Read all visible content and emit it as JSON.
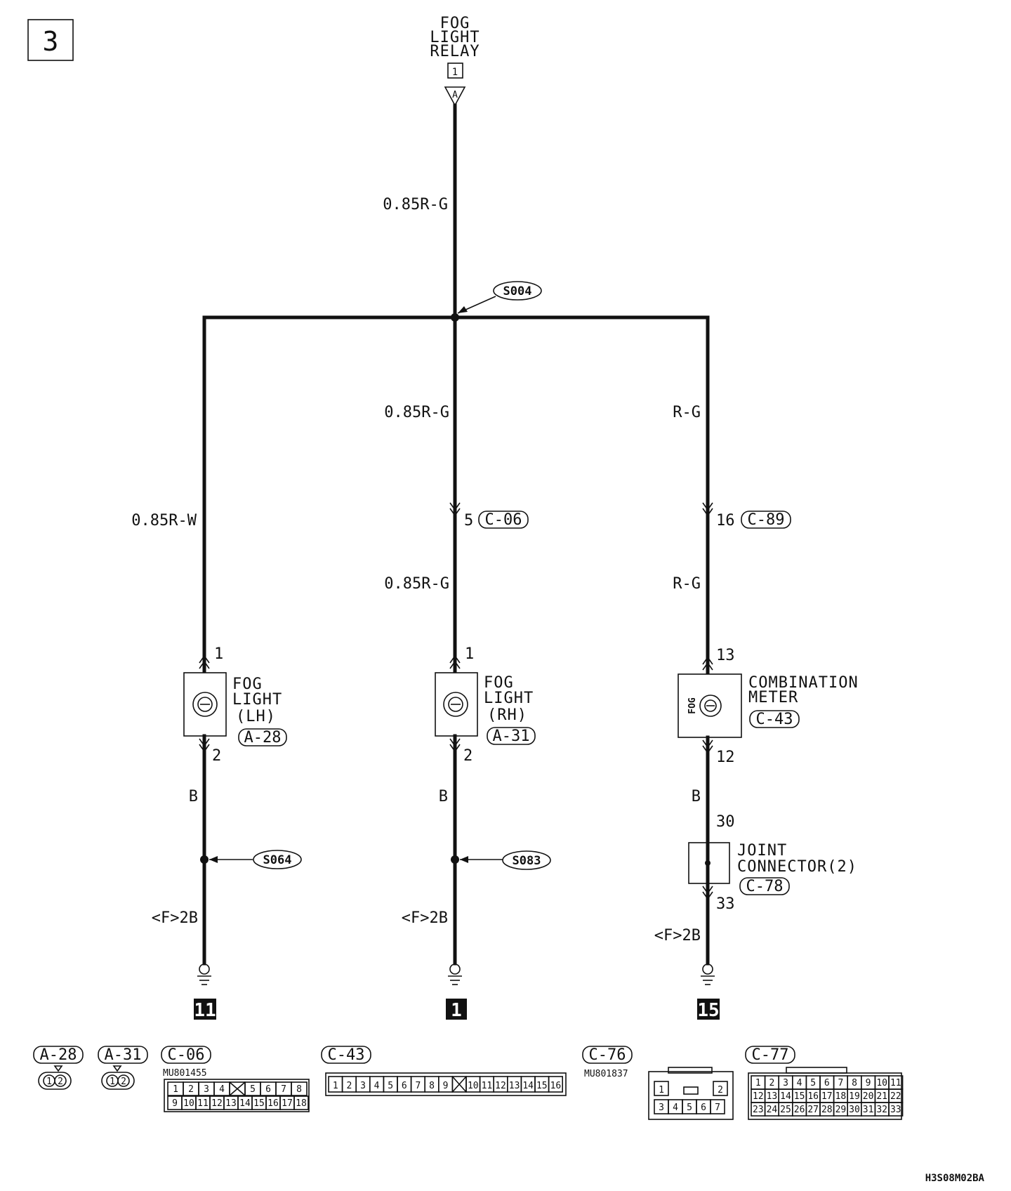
{
  "page_number": "3",
  "diagram_code": "H3S08M02BA",
  "relay": {
    "title_lines": [
      "FOG",
      "LIGHT",
      "RELAY"
    ],
    "terminal": "1",
    "connector_ref": "A"
  },
  "wires": {
    "main": "0.85R-G",
    "center_upper": "0.85R-G",
    "center_lower": "0.85R-G",
    "left": "0.85R-W",
    "right_upper": "R-G",
    "right_lower": "R-G",
    "left_b": "B",
    "center_b": "B",
    "right_b": "B",
    "left_ground": "<F>2B",
    "center_ground": "<F>2B",
    "right_ground": "<F>2B"
  },
  "splices": {
    "top": "S004",
    "left": "S064",
    "center": "S083"
  },
  "connectors": {
    "c06": {
      "pin": "5",
      "ref": "C-06"
    },
    "c89": {
      "pin": "16",
      "ref": "C-89"
    }
  },
  "components": {
    "fog_lh": {
      "name_lines": [
        "FOG",
        "LIGHT",
        "(LH)"
      ],
      "ref": "A-28",
      "pin_in": "1",
      "pin_out": "2"
    },
    "fog_rh": {
      "name_lines": [
        "FOG",
        "LIGHT",
        "(RH)"
      ],
      "ref": "A-31",
      "pin_in": "1",
      "pin_out": "2"
    },
    "meter": {
      "name_lines": [
        "COMBINATION",
        "METER"
      ],
      "ref": "C-43",
      "pin_in": "13",
      "pin_out": "12",
      "indicator": "FOG"
    },
    "joint": {
      "name_lines": [
        "JOINT",
        "CONNECTOR(2)"
      ],
      "ref": "C-78",
      "pin_in": "30",
      "pin_out": "33"
    }
  },
  "grounds": [
    "11",
    "1",
    "15"
  ],
  "connector_views": {
    "a28": {
      "ref": "A-28",
      "pins": [
        "1",
        "2"
      ]
    },
    "a31": {
      "ref": "A-31",
      "pins": [
        "1",
        "2"
      ]
    },
    "c06": {
      "ref": "C-06",
      "part_no": "MU801455",
      "row1": [
        "1",
        "2",
        "3",
        "4",
        "",
        "5",
        "6",
        "7",
        "8"
      ],
      "row2": [
        "9",
        "10",
        "11",
        "12",
        "13",
        "14",
        "15",
        "16",
        "17",
        "18"
      ]
    },
    "c43": {
      "ref": "C-43",
      "row": [
        "1",
        "2",
        "3",
        "4",
        "5",
        "6",
        "7",
        "8",
        "9",
        "",
        "10",
        "11",
        "12",
        "13",
        "14",
        "15",
        "16"
      ]
    },
    "c76": {
      "ref": "C-76",
      "part_no": "MU801837",
      "row1": [
        "1",
        "2"
      ],
      "row2": [
        "3",
        "4",
        "5",
        "6",
        "7"
      ]
    },
    "c77": {
      "ref": "C-77",
      "row1": [
        "1",
        "2",
        "3",
        "4",
        "5",
        "6",
        "7",
        "8",
        "9",
        "10",
        "11"
      ],
      "row2": [
        "12",
        "13",
        "14",
        "15",
        "16",
        "17",
        "18",
        "19",
        "20",
        "21",
        "22"
      ],
      "row3": [
        "23",
        "24",
        "25",
        "26",
        "27",
        "28",
        "29",
        "30",
        "31",
        "32",
        "33"
      ]
    }
  }
}
